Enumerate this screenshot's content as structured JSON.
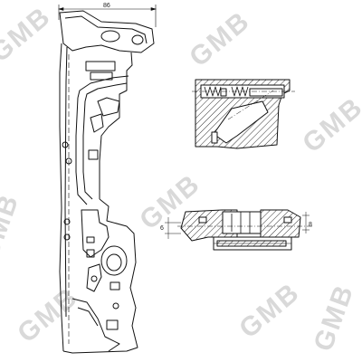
{
  "drawing": {
    "top_dimension": "86",
    "small_dimension_left": "6",
    "small_dimension_right": "8"
  },
  "watermark": {
    "text": "GMB"
  },
  "colors": {
    "line": "#111111",
    "hatch": "#333333",
    "watermark": "#d9d9d9",
    "background": "#ffffff"
  }
}
